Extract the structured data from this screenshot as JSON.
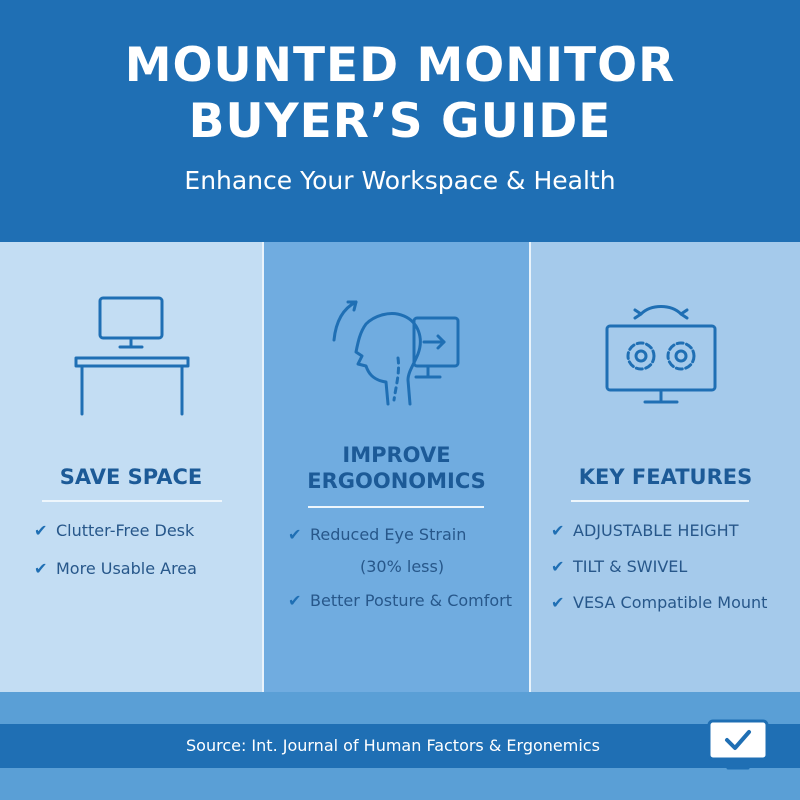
{
  "header": {
    "title_line1": "MOUNTED MONITOR",
    "title_line2": "BUYER’S GUIDE",
    "subtitle": "Enhance Your Workspace & Health"
  },
  "columns": [
    {
      "icon": "monitor-on-desk-icon",
      "title_line1": "SAVE SPACE",
      "items": [
        "Clutter-Free Desk",
        "More Usable Area"
      ]
    },
    {
      "icon": "head-posture-monitor-icon",
      "title_line1": "IMPROVE",
      "title_line2": "ERGOONOMICS",
      "items": [
        "Reduced Eye Strain",
        "(30% less)",
        "Better Posture & Comfort"
      ]
    },
    {
      "icon": "monitor-gears-icon",
      "title_line1": "KEY FEATURES",
      "items": [
        "ADJUSTABLE HEIGHT",
        "TILT & SWIVEL",
        "VESA Compatible Mount"
      ]
    }
  ],
  "footer": {
    "source": "Source: Int. Journal of Human Factors & Ergonemics",
    "icon": "monitor-check-icon"
  },
  "colors": {
    "header_blue": "#1f6fb4",
    "heading_text": "#1c5a97",
    "col1_bg": "#c3ddf3",
    "col2_bg": "#70ace0",
    "col3_bg": "#a5caeb"
  }
}
